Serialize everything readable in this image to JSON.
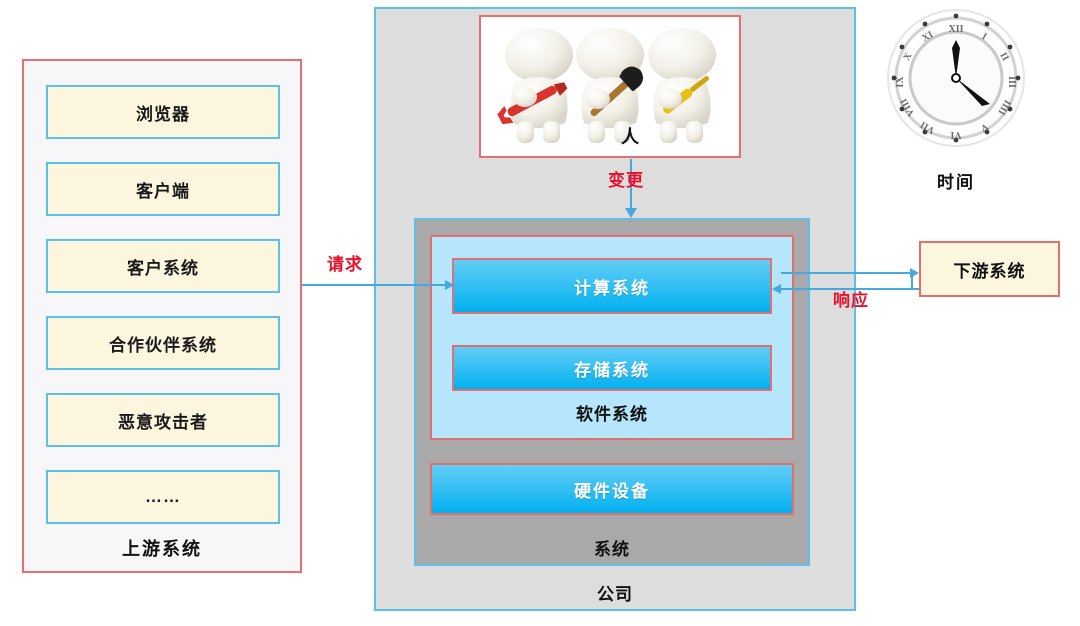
{
  "diagram": {
    "upstream": {
      "group_label": "上游系统",
      "items": [
        {
          "label": "浏览器"
        },
        {
          "label": "客户端"
        },
        {
          "label": "客户系统"
        },
        {
          "label": "合作伙伴系统"
        },
        {
          "label": "恶意攻击者"
        },
        {
          "label": "……"
        }
      ]
    },
    "company": {
      "label": "公司",
      "people": {
        "caption": "人",
        "change_label": "变更",
        "figures": [
          {
            "tool": "wrench-icon",
            "tool_color": "#d8332c"
          },
          {
            "tool": "hammer-icon",
            "tool_color": "#1d1d1d"
          },
          {
            "tool": "screwdriver-icon",
            "tool_color": "#e8c013"
          }
        ]
      },
      "system": {
        "label": "系统",
        "software": {
          "label": "软件系统",
          "boxes": [
            {
              "label": "计算系统"
            },
            {
              "label": "存储系统"
            }
          ]
        },
        "hardware": {
          "label": "硬件设备"
        }
      }
    },
    "time": {
      "label": "时间",
      "numerals": [
        "XII",
        "I",
        "II",
        "III",
        "IIII",
        "V",
        "VI",
        "VII",
        "VIII",
        "IX",
        "X",
        "XI"
      ],
      "hour_hand": "12",
      "minute_hand": "4"
    },
    "downstream": {
      "label": "下游系统"
    },
    "flows": {
      "request_label": "请求",
      "response_label": "响应"
    },
    "colors": {
      "red_border": "#e2706e",
      "blue_border": "#5bc0eb",
      "cream_fill": "#fdf6df",
      "gray_fill": "#a9a9a9",
      "light_gray_fill": "#dddddd",
      "light_blue_fill": "#b5e6fb",
      "gradient_blue": "#00b0f0",
      "arrow_blue": "#46a8e0",
      "label_red": "#e8112d"
    }
  }
}
